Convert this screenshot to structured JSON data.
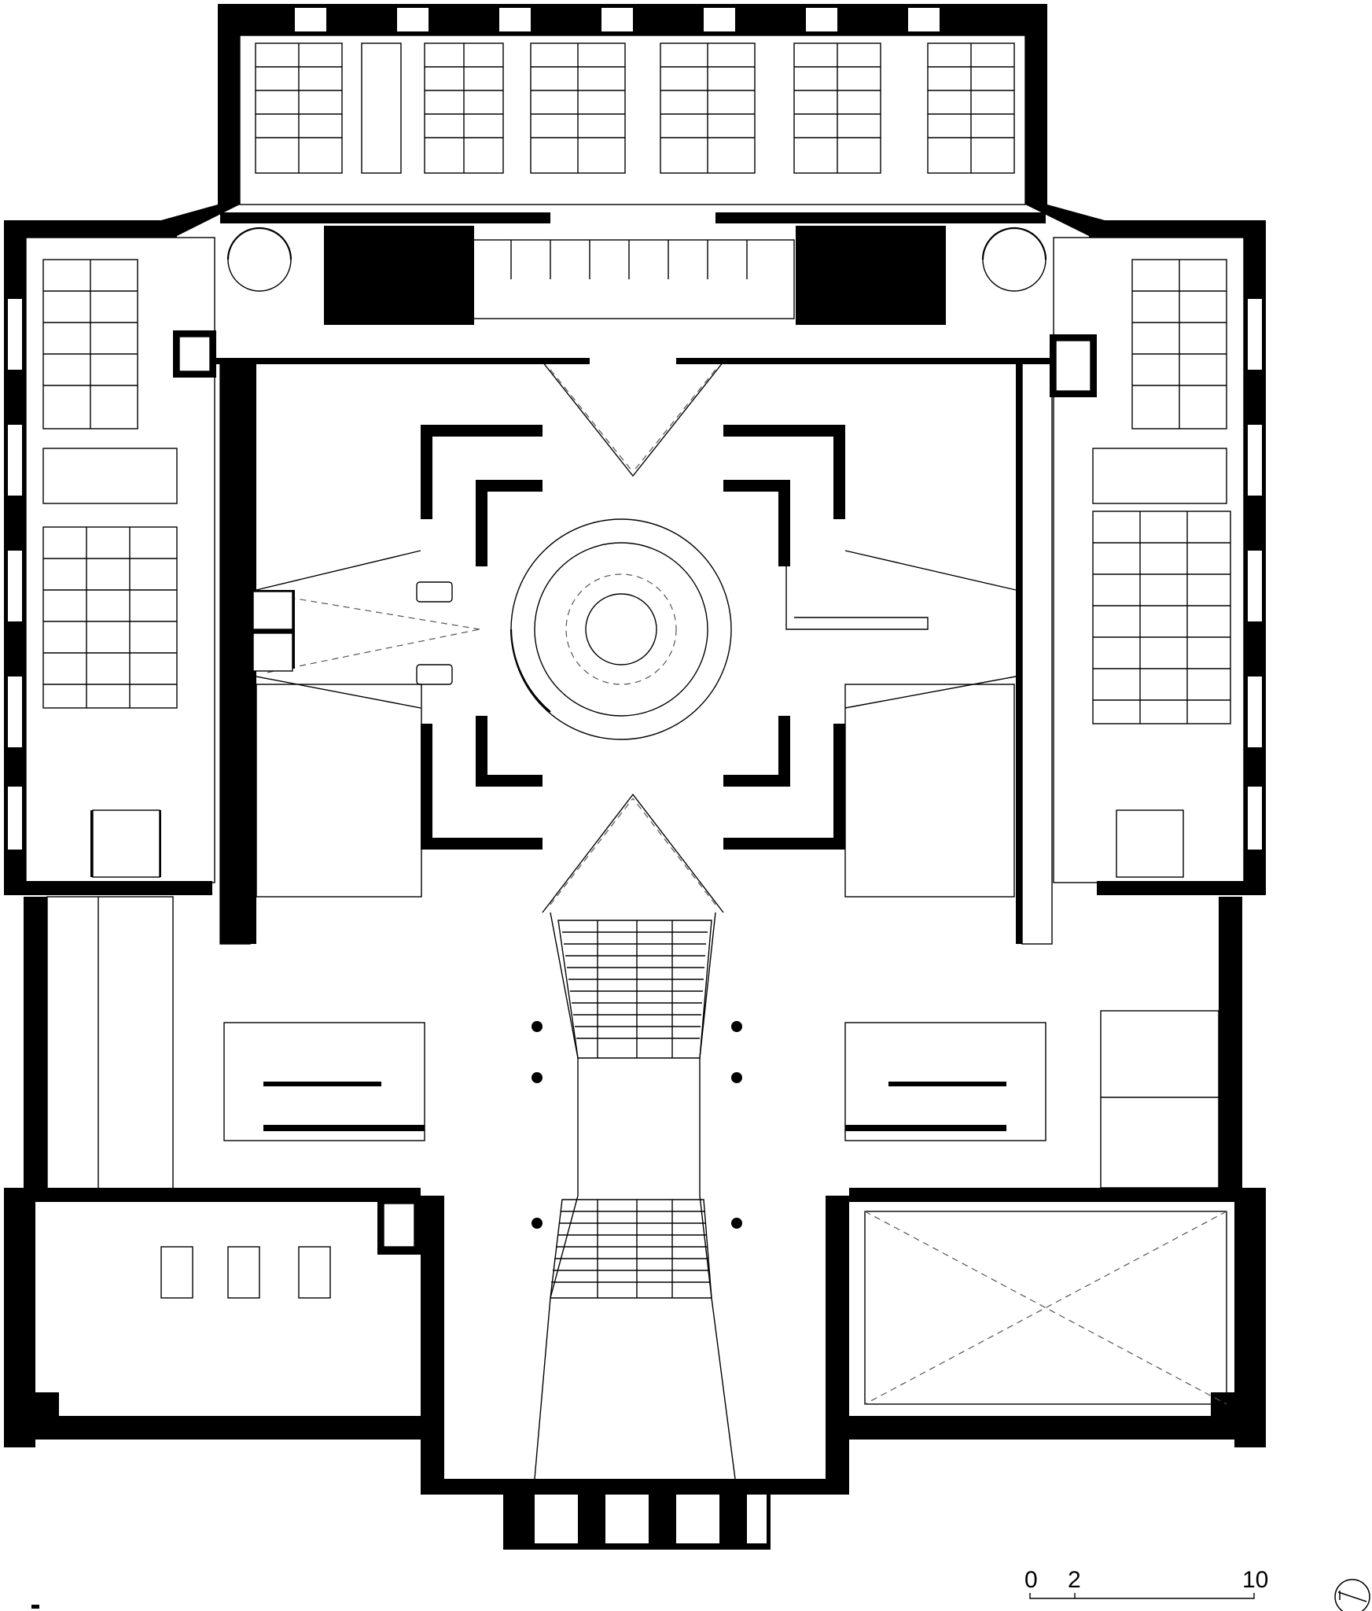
{
  "scale_bar": {
    "ticks": [
      "0",
      "2",
      "10"
    ]
  },
  "icons": {
    "north": "north-arrow-icon"
  },
  "colors": {
    "wall": "#000000",
    "background": "#ffffff",
    "line": "#000000",
    "dashed": "#555555"
  }
}
